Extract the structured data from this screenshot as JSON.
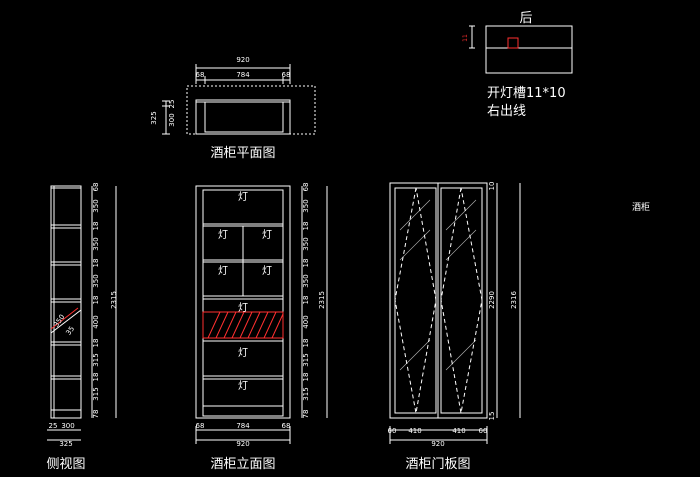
{
  "captions": {
    "plan": "酒柜平面图",
    "side": "侧视图",
    "elevation": "酒柜立面图",
    "door": "酒柜门板图",
    "back": "后",
    "note_line1": "开灯槽11*10",
    "note_line2": "右出线",
    "label_right": "酒柜"
  },
  "lamp_label": "灯",
  "plan_dims": {
    "total": "920",
    "left": "68",
    "mid": "784",
    "right": "68",
    "depth_a": "325",
    "depth_b": "300",
    "depth_c": "25"
  },
  "side_dims": {
    "shelves": [
      "68",
      "350",
      "18",
      "350",
      "18",
      "350",
      "18",
      "400",
      "18",
      "315",
      "18",
      "315",
      "78"
    ],
    "total": "2315",
    "bottom": [
      "25",
      "300"
    ],
    "bottom_total": "325",
    "rack": [
      "350",
      "35"
    ]
  },
  "elev_dims": {
    "shelves": [
      "68",
      "350",
      "18",
      "350",
      "18",
      "350",
      "18",
      "400",
      "18",
      "315",
      "18",
      "315",
      "78"
    ],
    "total": "2315",
    "bottom": [
      "68",
      "784",
      "68"
    ],
    "bottom_total": "920"
  },
  "door_dims": {
    "right_top": "10",
    "right_mid": "2290",
    "right_total": "2316",
    "right_bot": "15",
    "bottom": [
      "60",
      "410",
      "410",
      "60"
    ],
    "bottom_total": "920"
  },
  "back_detail": {
    "dim": "11"
  },
  "colors": {
    "line": "#ffffff",
    "accent": "#ff3030",
    "background": "#000000"
  }
}
